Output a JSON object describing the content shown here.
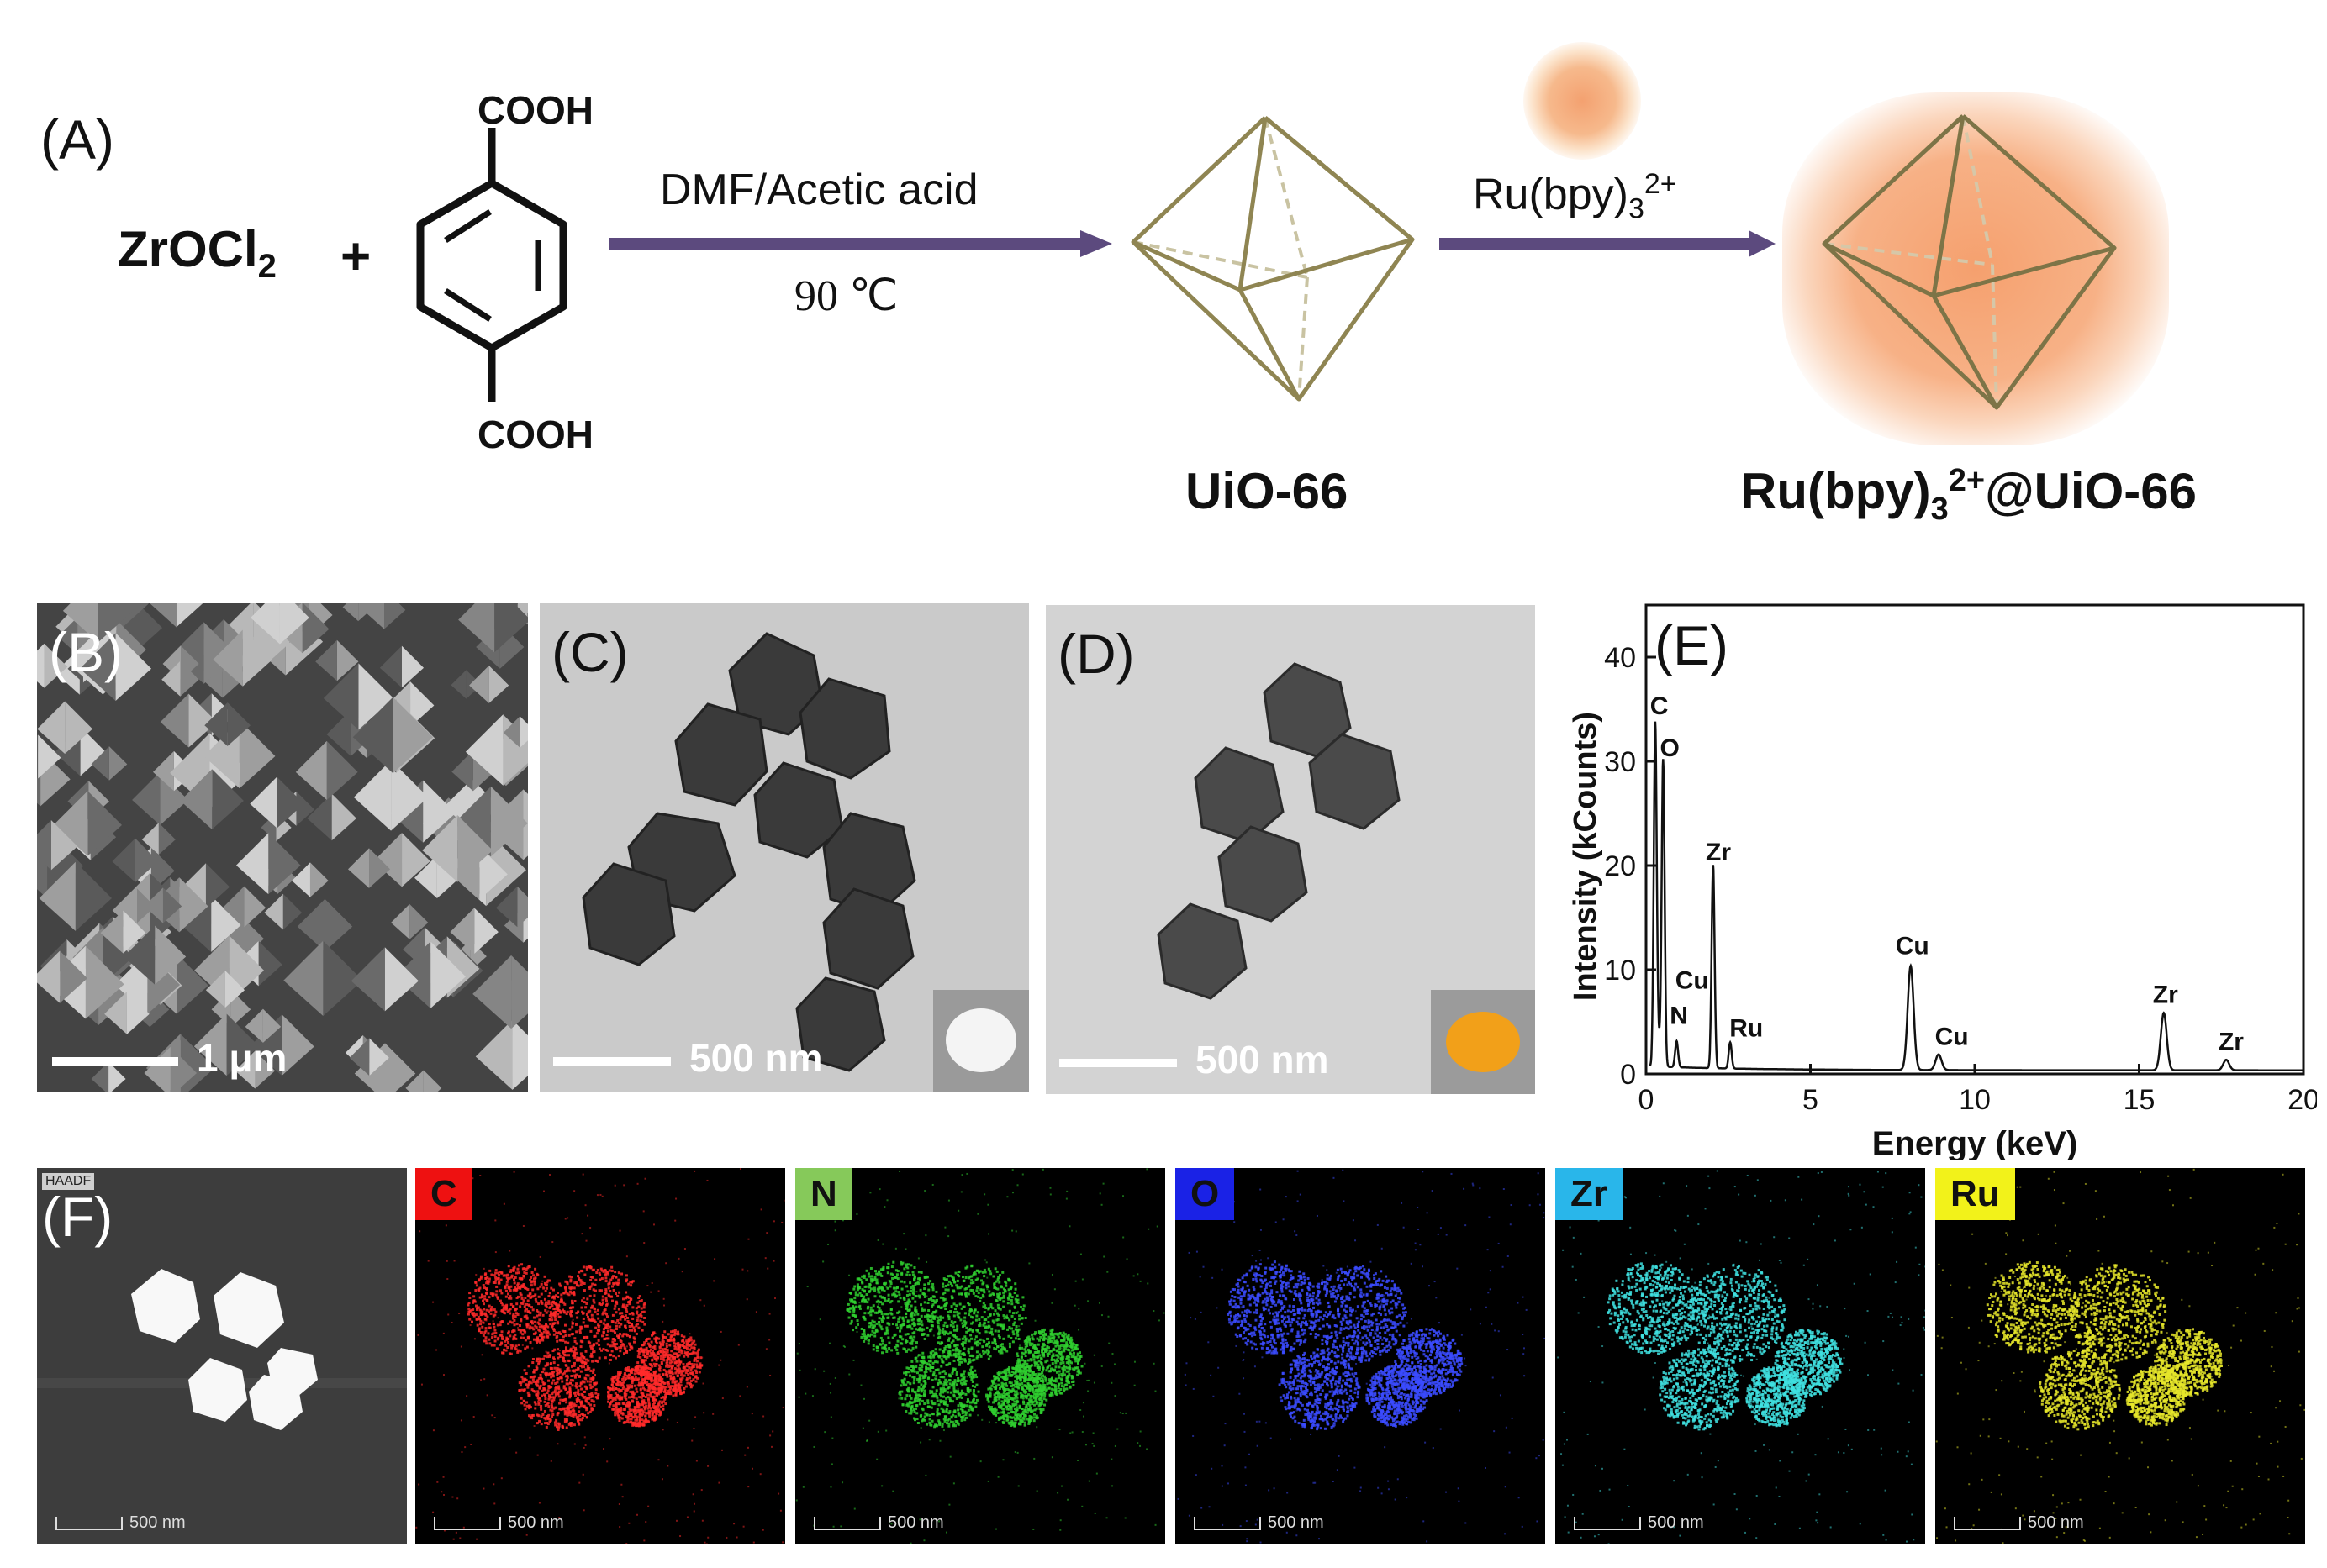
{
  "panel_a": {
    "label": "(A)",
    "reactant": "ZrOCl",
    "reactant_sub": "2",
    "plus": "+",
    "acid_top": "COOH",
    "acid_bottom": "COOH",
    "condition_top": "DMF/Acetic acid",
    "condition_bottom": "90 ℃",
    "uio_label": "UiO-66",
    "ru_reagent": "Ru(bpy)",
    "ru_reagent_sub": "3",
    "ru_reagent_sup": "2+",
    "product": "Ru(bpy)",
    "product_sub": "3",
    "product_sup": "2+",
    "product_suffix": "@UiO-66",
    "arrow_color": "#5c4a7e",
    "octahedron_color": "#8f8552",
    "glow_color": "#f5a06e"
  },
  "panel_b": {
    "label": "(B)",
    "scale": "1 μm"
  },
  "panel_c": {
    "label": "(C)",
    "scale": "500 nm"
  },
  "panel_d": {
    "label": "(D)",
    "scale": "500 nm"
  },
  "panel_e": {
    "label": "(E)",
    "chart_data": {
      "type": "line",
      "xlabel": "Energy (keV)",
      "ylabel": "Intensity (kCounts)",
      "xlim": [
        0,
        20
      ],
      "ylim": [
        0,
        45
      ],
      "xticks": [
        0,
        5,
        10,
        15,
        20
      ],
      "yticks": [
        0,
        10,
        20,
        30,
        40
      ],
      "peaks": [
        {
          "element": "C",
          "x": 0.28,
          "y": 33
        },
        {
          "element": "O",
          "x": 0.52,
          "y": 29.5
        },
        {
          "element": "N",
          "x": 0.39,
          "y": 2
        },
        {
          "element": "Cu",
          "x": 0.93,
          "y": 2.5
        },
        {
          "element": "Zr",
          "x": 2.04,
          "y": 19.5
        },
        {
          "element": "Ru",
          "x": 2.56,
          "y": 2.5
        },
        {
          "element": "Cu",
          "x": 8.05,
          "y": 10
        },
        {
          "element": "Cu",
          "x": 8.9,
          "y": 1.5
        },
        {
          "element": "Zr",
          "x": 15.75,
          "y": 5.5
        },
        {
          "element": "Zr",
          "x": 17.65,
          "y": 1
        }
      ],
      "peak_labels": [
        {
          "text": "C",
          "x": 0.4,
          "y": 34.5
        },
        {
          "text": "O",
          "x": 0.72,
          "y": 30.5
        },
        {
          "text": "Zr",
          "x": 2.2,
          "y": 20.5
        },
        {
          "text": "Cu",
          "x": 1.4,
          "y": 8.2
        },
        {
          "text": "N",
          "x": 1.0,
          "y": 4.8
        },
        {
          "text": "Ru",
          "x": 3.05,
          "y": 3.6
        },
        {
          "text": "Cu",
          "x": 8.1,
          "y": 11.5
        },
        {
          "text": "Cu",
          "x": 9.3,
          "y": 2.8
        },
        {
          "text": "Zr",
          "x": 15.8,
          "y": 6.8
        },
        {
          "text": "Zr",
          "x": 17.8,
          "y": 2.3
        }
      ]
    }
  },
  "panel_f": {
    "label": "(F)",
    "haadf_tag": "HAADF",
    "scale": "500 nm",
    "maps": [
      {
        "element": "C",
        "tag_color": "#ee1111",
        "dot_color": "#ff2a2a"
      },
      {
        "element": "N",
        "tag_color": "#86c95a",
        "dot_color": "#2fcf2f"
      },
      {
        "element": "O",
        "tag_color": "#1a22e6",
        "dot_color": "#3b4bff"
      },
      {
        "element": "Zr",
        "tag_color": "#29b6ea",
        "dot_color": "#3fe0e0"
      },
      {
        "element": "Ru",
        "tag_color": "#f2f21a",
        "dot_color": "#e6e62a"
      }
    ]
  }
}
